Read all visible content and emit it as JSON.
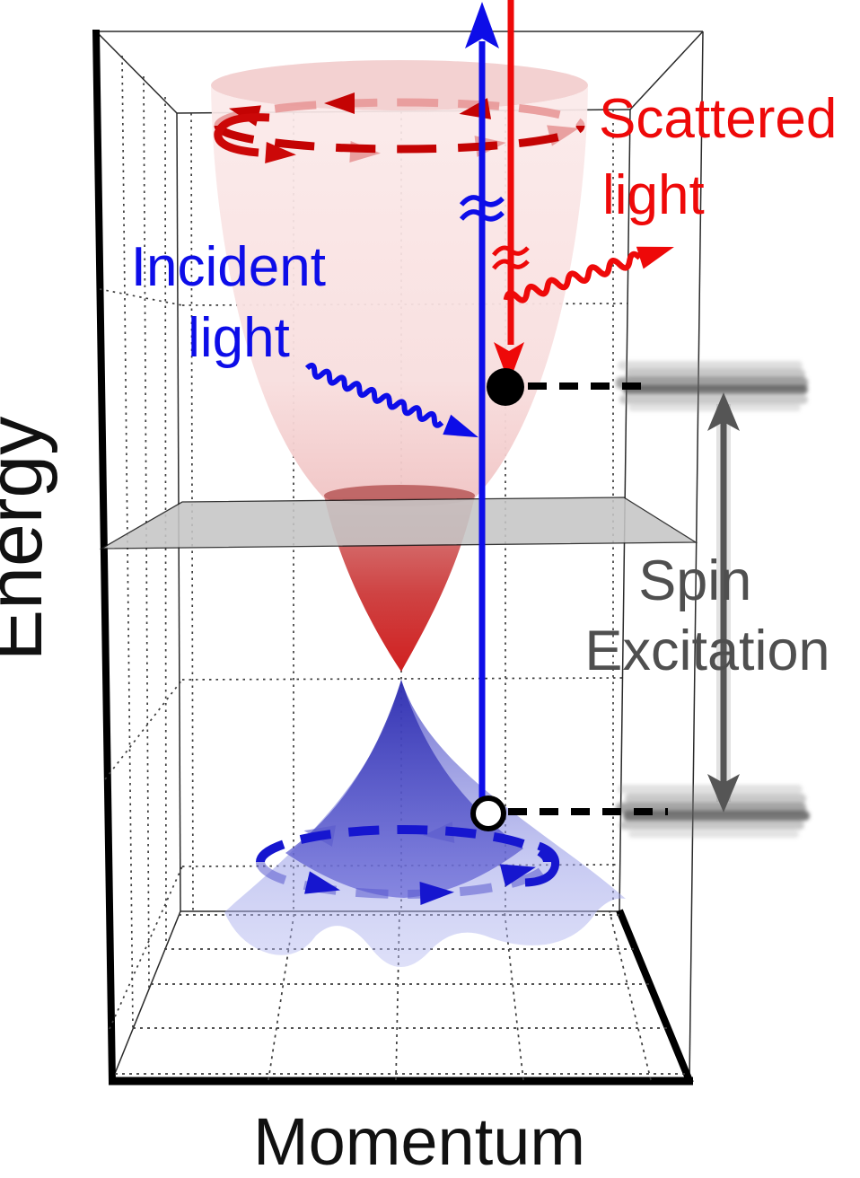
{
  "figure": {
    "title": "Raman scattering spin-excitation band diagram",
    "axes": {
      "y_label": "Energy",
      "x_label": "Momentum"
    },
    "labels": {
      "scattered": {
        "line1": "Scattered",
        "line2": "light",
        "color": "#ee0909"
      },
      "incident": {
        "line1": "Incident",
        "line2": "light",
        "color": "#0d0de8"
      },
      "spin": {
        "line1": "Spin",
        "line2": "Excitation",
        "color": "#4f4f4f"
      },
      "energy": {
        "text": "Energy",
        "color": "#111111"
      },
      "momentum": {
        "text": "Momentum",
        "color": "#111111"
      }
    },
    "colors": {
      "incident_blue": "#0d0de8",
      "scattered_red": "#ee0909",
      "upper_cone_pale": "#f6dcdc",
      "upper_cone_deep": "#d02020",
      "lower_cone_blue": "#4646c3",
      "plane_gray": "#c6c6c6",
      "annotation_gray": "#555555",
      "bar_gray": "#6a6a6a"
    },
    "markers": {
      "upper_state_dot": "filled black dot",
      "lower_state_dot": "open white dot"
    }
  }
}
